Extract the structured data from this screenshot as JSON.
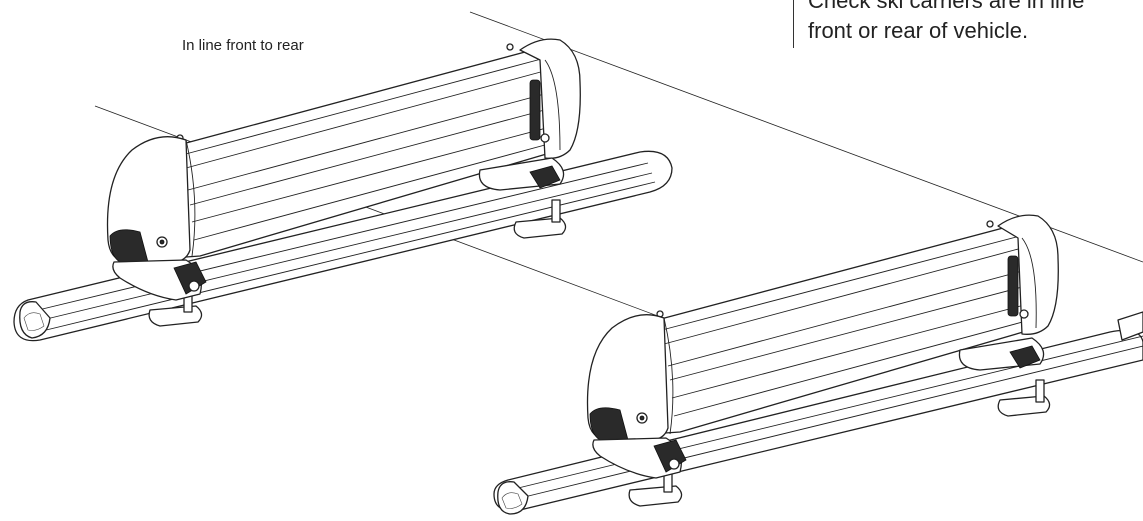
{
  "diagram": {
    "label_alignment": "In line front to rear",
    "note": {
      "line1": "Check ski carriers are in line",
      "line2": "front or rear of vehicle."
    },
    "colors": {
      "ink": "#222222",
      "background": "#ffffff"
    }
  }
}
